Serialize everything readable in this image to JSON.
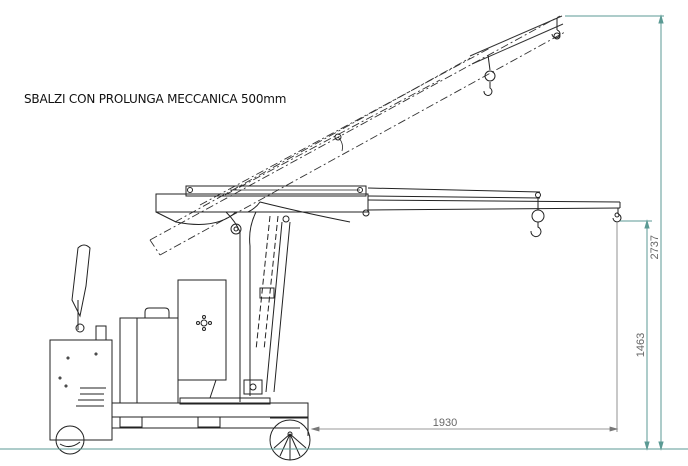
{
  "drawing": {
    "title": "SBALZI CON PROLUNGA MECCANICA 500mm",
    "dimensions": {
      "total_height": "2737",
      "hook_height": "1463",
      "horizontal_reach": "1930"
    },
    "colors": {
      "line": "#222222",
      "dimension_line": "#5b9a94",
      "dimension_text": "#666666",
      "dashed": "#333333"
    },
    "components": [
      "tiller-handle",
      "drive-unit",
      "battery-box",
      "control-cabinet",
      "mast",
      "hydraulic-cylinder",
      "main-boom",
      "boom-extension",
      "raised-boom",
      "hook",
      "front-wheel",
      "rear-wheel"
    ]
  }
}
